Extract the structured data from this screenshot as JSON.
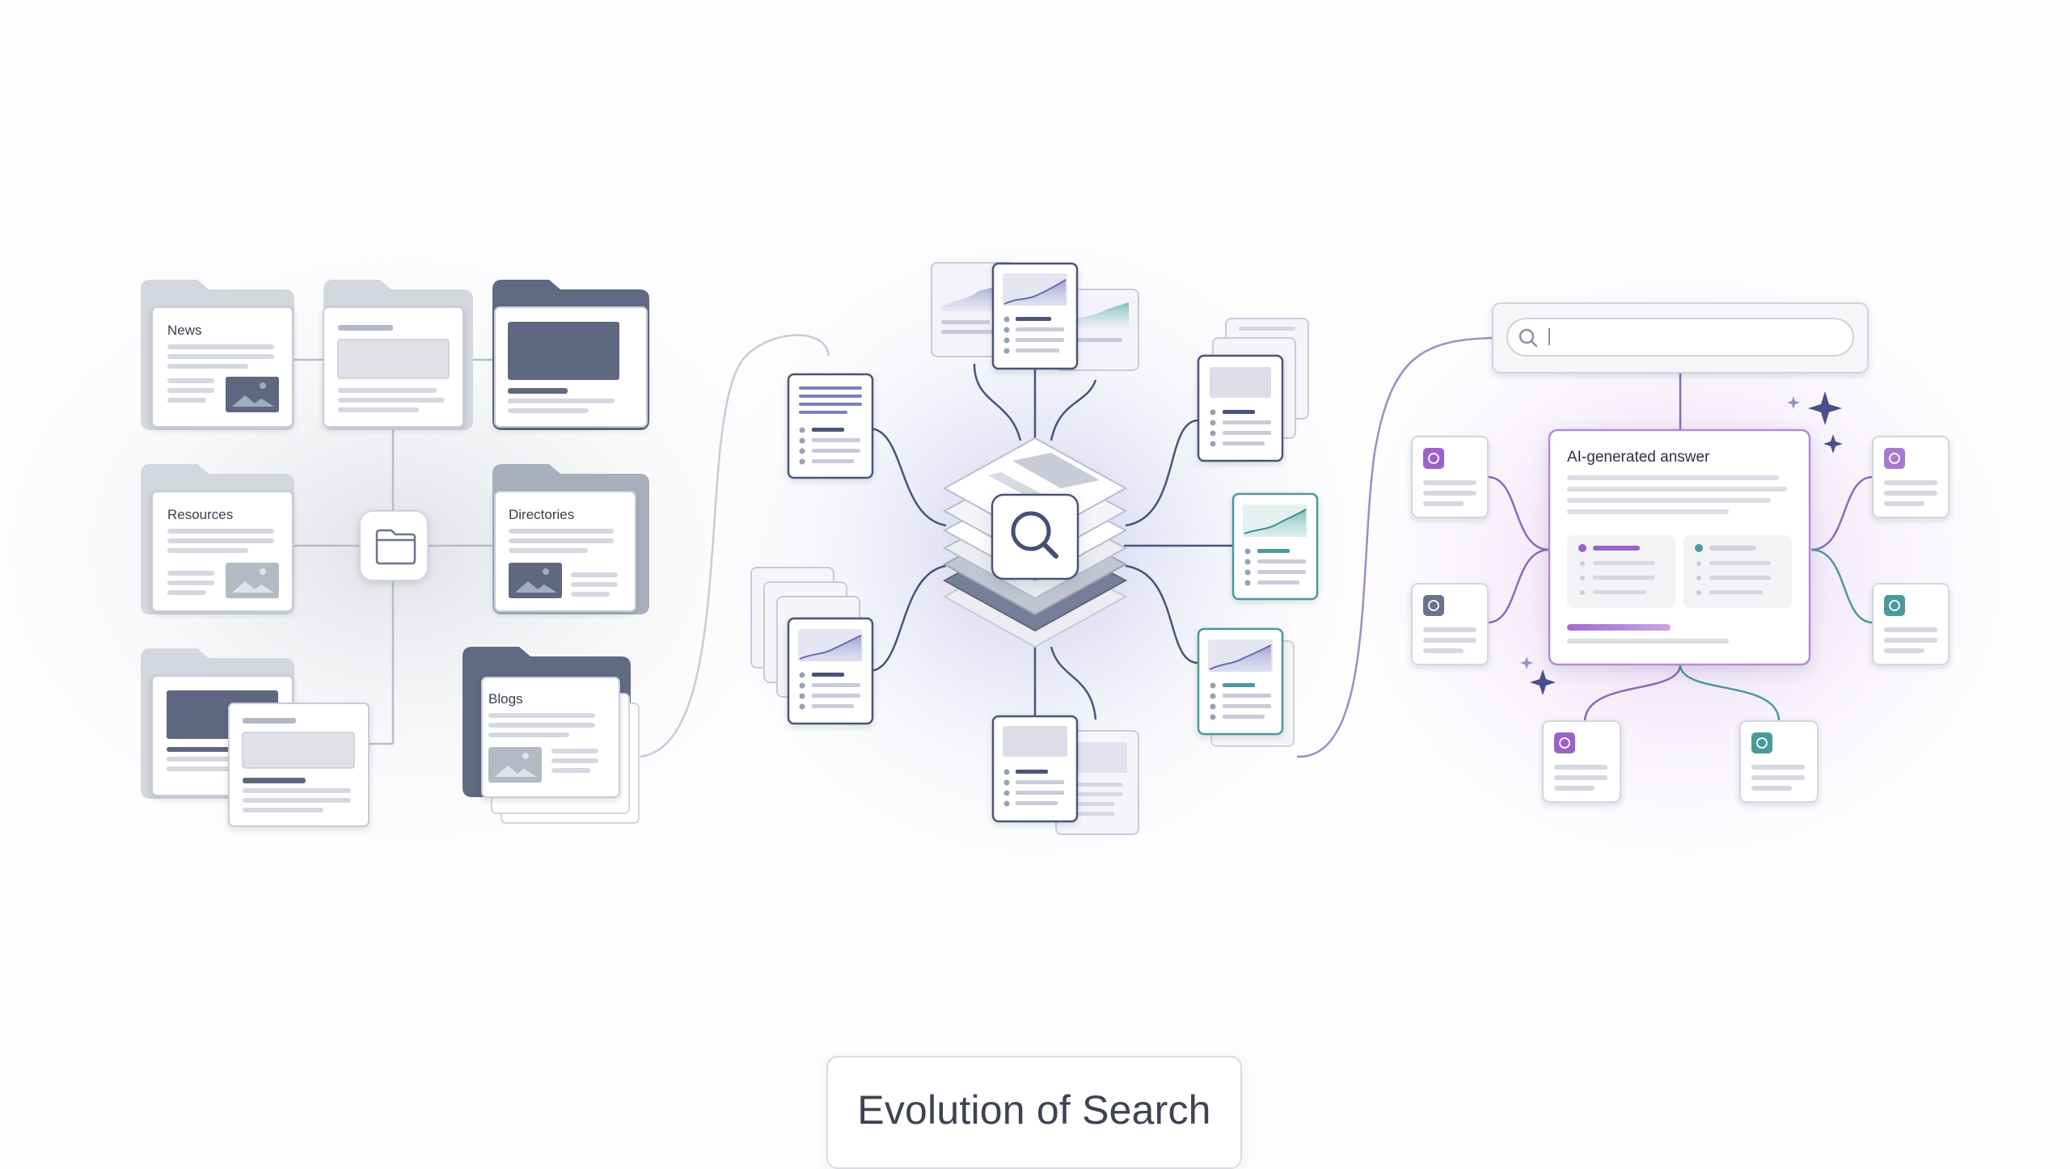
{
  "caption": "Evolution of Search",
  "directory_stage": {
    "folder_labels": {
      "news": "News",
      "resources": "Resources",
      "directories": "Directories",
      "blogs": "Blogs"
    },
    "hub_icon": "folder-icon"
  },
  "index_stage": {
    "hub_icon": "magnifier-icon"
  },
  "ai_stage": {
    "search_icon": "search-icon",
    "answer_title": "AI-generated answer",
    "source_icon": "openai-knot-icon",
    "sparkle_icon": "sparkle-icon"
  },
  "colors": {
    "slate": "#5b6680",
    "slate_light": "#aab0c2",
    "purple": "#9b62c9",
    "teal": "#4a9a9a",
    "navy_line": "#4b5478",
    "paper": "#ffffff"
  }
}
